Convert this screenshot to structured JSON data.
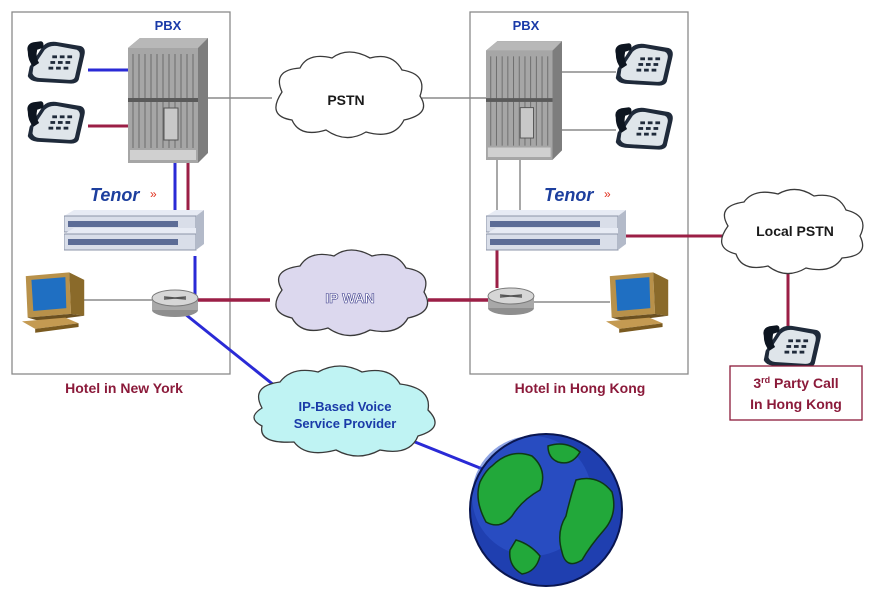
{
  "pbx_label": "PBX",
  "tenor_label": "Tenor",
  "clouds": {
    "pstn": "PSTN",
    "ip_wan": "IP WAN",
    "local_pstn": "Local PSTN",
    "voice_provider_line1": "IP-Based Voice",
    "voice_provider_line2": "Service Provider"
  },
  "sites": {
    "new_york": "Hotel in New York",
    "hong_kong": "Hotel in Hong Kong"
  },
  "third_party": {
    "line1_prefix": "3",
    "line1_sup": "rd",
    "line1_suffix": " Party Call",
    "line2": "In Hong Kong"
  },
  "colors": {
    "link_blue": "#2a2ad6",
    "link_maroon": "#9b1f46",
    "link_gray": "#8a8a8a",
    "label_maroon": "#8b1a3a",
    "label_blue": "#1a3aa8",
    "cloud_gray_fill": "#ffffff",
    "cloud_cyan_fill": "#bff3f3",
    "cloud_wan_fill": "#dcd8ee",
    "tenor_blue": "#1d3f9e"
  }
}
